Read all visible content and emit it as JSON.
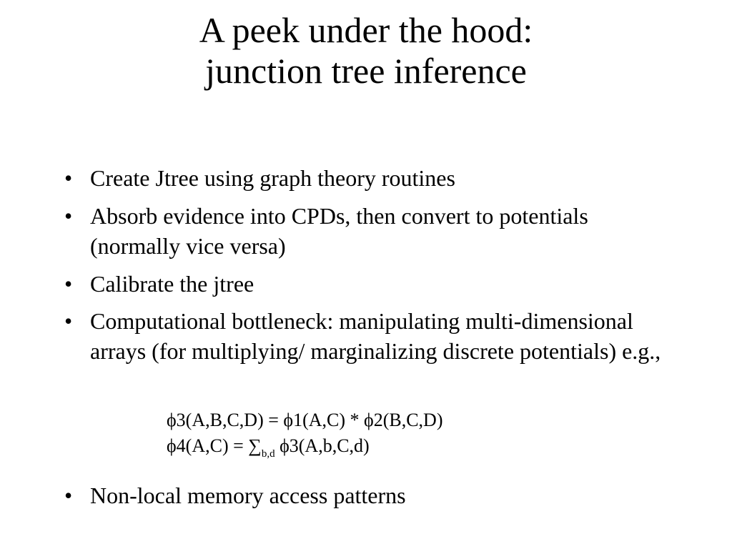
{
  "slide": {
    "title_line1": "A peek under the hood:",
    "title_line2": "junction tree inference",
    "bullet_symbol": "•",
    "bullets": [
      {
        "text": "Create Jtree using graph theory routines"
      },
      {
        "text": "Absorb evidence into CPDs, then convert to potentials (normally vice versa)"
      },
      {
        "text": "Calibrate the jtree"
      },
      {
        "text": "Computational bottleneck: manipulating multi-dimensional arrays (for multiplying/ marginalizing discrete potentials) e.g.,"
      },
      {
        "text": "Non-local memory access patterns"
      }
    ],
    "formula1": "ϕ3(A,B,C,D) = ϕ1(A,C) * ϕ2(B,C,D)",
    "formula2_prefix": "ϕ4(A,C) = ∑",
    "formula2_subscript": "b,d",
    "formula2_suffix": " ϕ3(A,b,C,d)"
  }
}
